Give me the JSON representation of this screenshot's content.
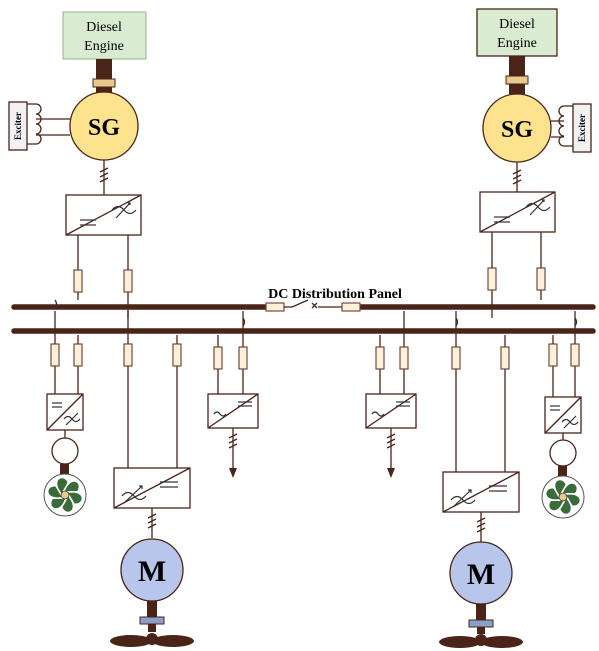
{
  "engines": [
    {
      "line1": "Diesel",
      "line2": "Engine"
    },
    {
      "line1": "Diesel",
      "line2": "Engine"
    }
  ],
  "generator_label": "SG",
  "exciter_label": "Exciter",
  "panel_label": "DC Distribution Panel",
  "motor_label": "M",
  "converter_symbols": {
    "dc": "=",
    "ac": "~"
  },
  "colors": {
    "bus": "#4a2418",
    "engine_fill": "#d9ebd0",
    "generator_fill": "#fde38e",
    "motor_fill": "#b7c6ea",
    "fuse_fill": "#fdf1dc",
    "fan_blade": "#3a6b3a",
    "coupling": "#e8c98a"
  },
  "icons": [
    "diesel-engine-box",
    "generator-circle",
    "exciter-coil",
    "converter-box",
    "fuse",
    "breaker",
    "fan-icon",
    "propeller-icon",
    "load-arrow-icon"
  ]
}
